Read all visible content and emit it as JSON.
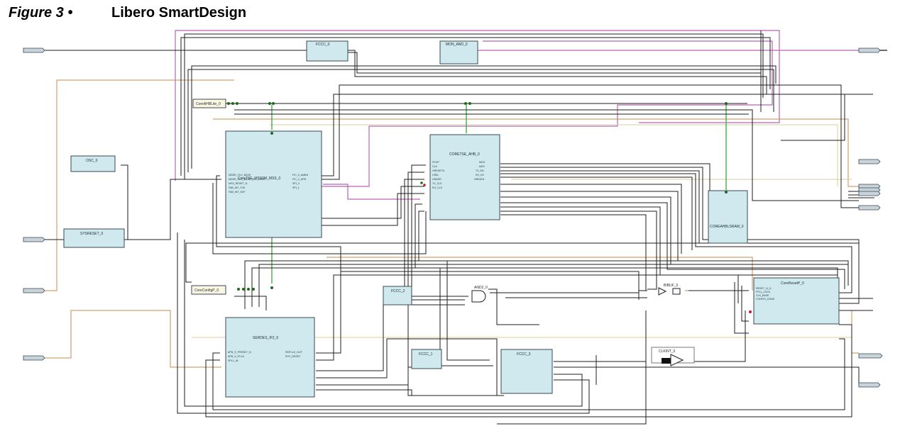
{
  "figure": {
    "label": "Figure 3 •",
    "title": "Libero SmartDesign"
  },
  "blocks": {
    "fccc0": "FCCC_0",
    "mon": "MON_AND_0",
    "corehbl": "CoreAHBLite_0",
    "coretse": "CoreTSE_MSS0M_MSS_0",
    "coretse_ahb": "CORETSE_AHB_0",
    "osc": "OSC_0",
    "sysreset": "SYSRESET_0",
    "coreconfig": "CoreConfigP_0",
    "fccc2": "FCCC_2",
    "and2": "AND2_0",
    "bibuf": "BIBUF_0",
    "coreresetp": "CoreResetP_0",
    "serdes": "SERDES_IF2_0",
    "fccc1": "FCCC_1",
    "fccc3": "FCCC_3",
    "clkint": "CLKINT_0",
    "coreahbram": "COREAHBLSRAM_0"
  },
  "colors": {
    "block_fill": "#cfe9ef",
    "config_fill": "#fbf6e2",
    "mss_wire": "#b763b7",
    "clock_wire": "#4aa84a"
  }
}
